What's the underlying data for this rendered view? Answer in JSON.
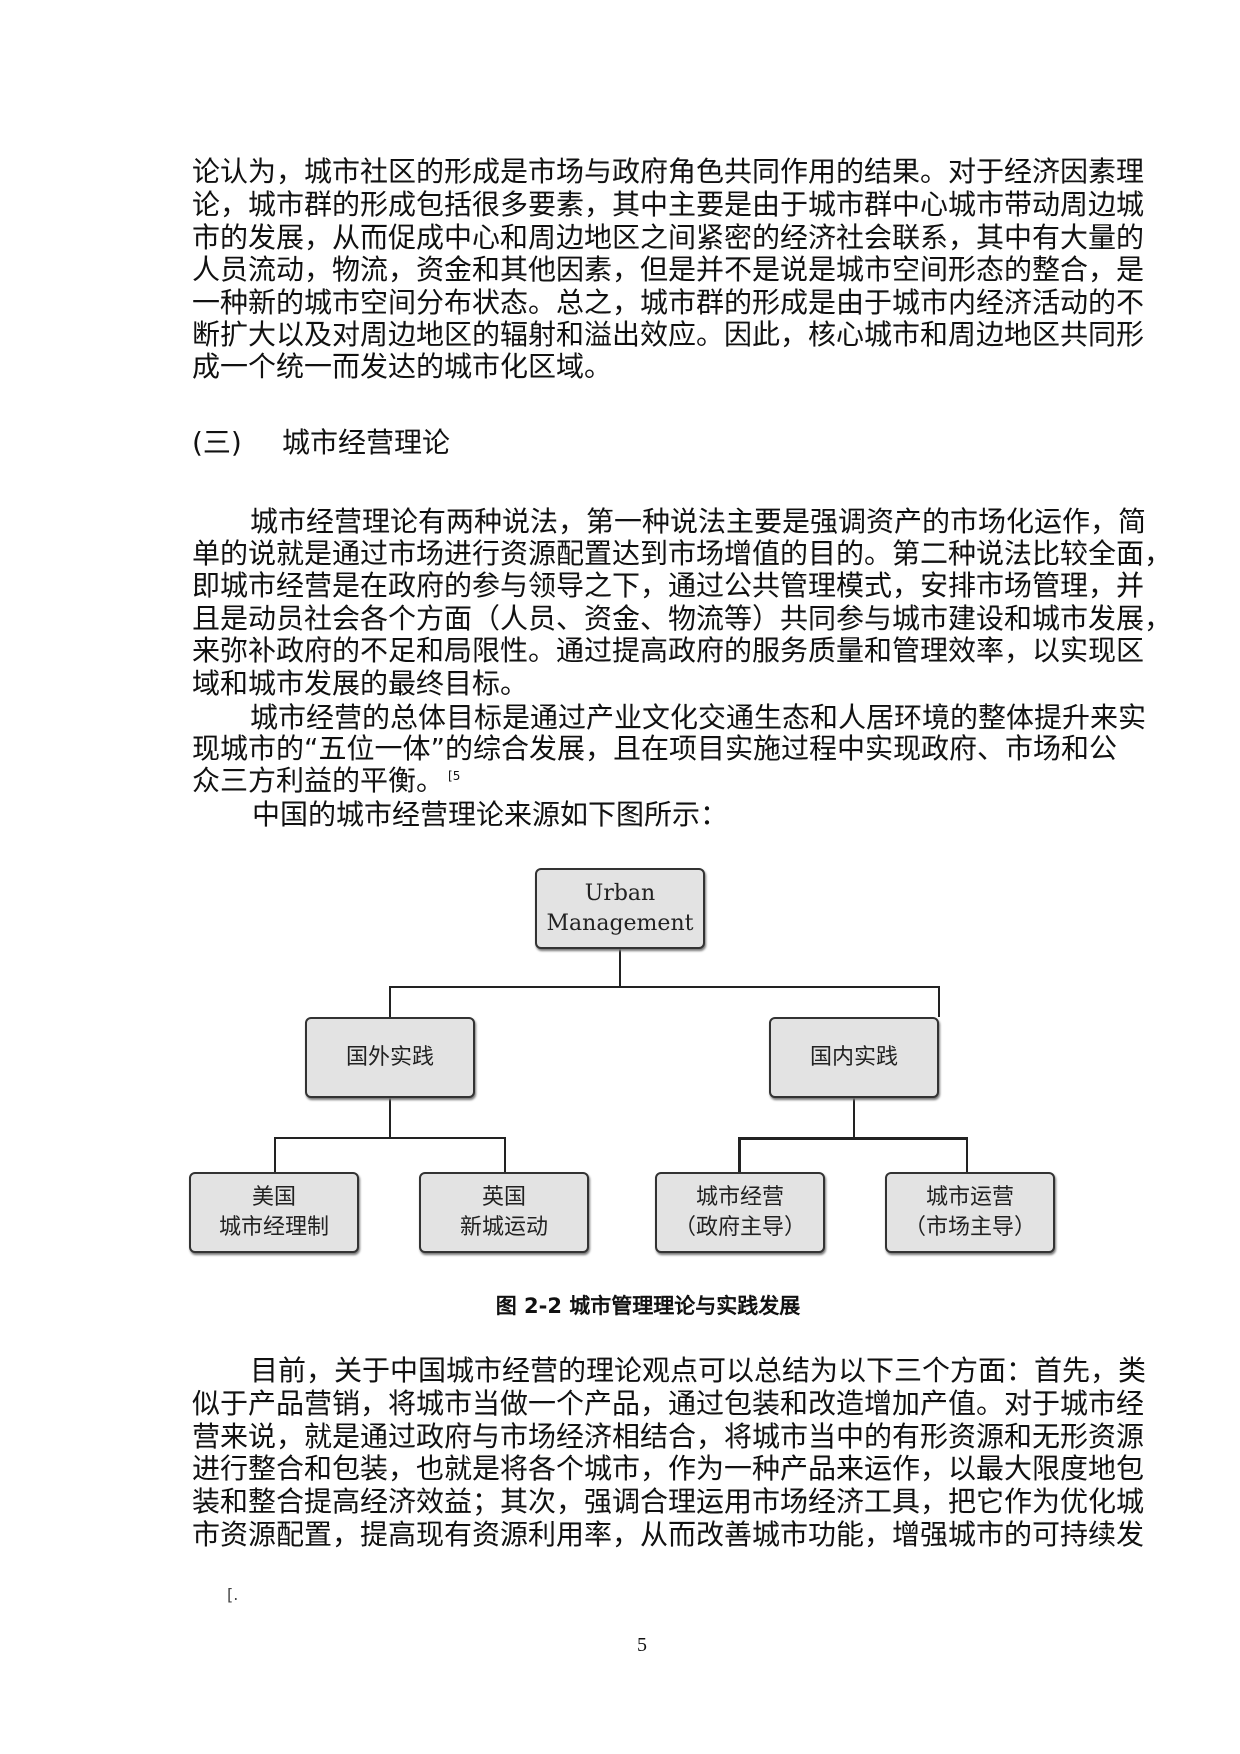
{
  "paragraph1": {
    "lines": [
      "论认为，城市社区的形成是市场与政府角色共同作用的结果。对于经济因素理",
      "论，城市群的形成包括很多要素，其中主要是由于城市群中心城市带动周边城",
      "市的发展，从而促成中心和周边地区之间紧密的经济社会联系，其中有大量的",
      "人员流动，物流，资金和其他因素，但是并不是说是城市空间形态的整合，是",
      "一种新的城市空间分布状态。总之，城市群的形成是由于城市内经济活动的不",
      "断扩大以及对周边地区的辐射和溢出效应。因此，核心城市和周边地区共同形",
      "成一个统一而发达的城市化区域。"
    ]
  },
  "section": {
    "number": "(三)",
    "title": "城市经营理论"
  },
  "paragraph2": {
    "lines": [
      "城市经营理论有两种说法，第一种说法主要是强调资产的市场化运作，简",
      "单的说就是通过市场进行资源配置达到市场增值的目的。第二种说法比较全面，",
      "即城市经营是在政府的参与领导之下，通过公共管理模式，安排市场管理，并",
      "且是动员社会各个方面（人员、资金、物流等）共同参与城市建设和城市发展，",
      "来弥补政府的不足和局限性。通过提高政府的服务质量和管理效率，以实现区",
      "域和城市发展的最终目标。"
    ]
  },
  "paragraph3": {
    "lines": [
      "城市经营的总体目标是通过产业文化交通生态和人居环境的整体提升来实",
      "现城市的“五位一体”的综合发展，且在项目实施过程中实现政府、市场和公",
      "众三方利益的平衡。"
    ],
    "citation": "[5"
  },
  "intro_line": "中国的城市经营理论来源如下图所示：",
  "diagram": {
    "root": [
      "Urban",
      "Management"
    ],
    "left": {
      "label": "国外实践",
      "children": [
        [
          "美国",
          "城市经理制"
        ],
        [
          "英国",
          "新城运动"
        ]
      ]
    },
    "right": {
      "label": "国内实践",
      "children": [
        [
          "城市经营",
          "（政府主导）"
        ],
        [
          "城市运营",
          "（市场主导）"
        ]
      ]
    },
    "caption": "图 2-2 城市管理理论与实践发展"
  },
  "paragraph4": {
    "lines": [
      "目前，关于中国城市经营的理论观点可以总结为以下三个方面：首先，类",
      "似于产品营销，将城市当做一个产品，通过包装和改造增加产值。对于城市经",
      "营来说，就是通过政府与市场经济相结合，将城市当中的有形资源和无形资源",
      "进行整合和包装，也就是将各个城市，作为一种产品来运作，以最大限度地包",
      "装和整合提高经济效益；其次，强调合理运用市场经济工具，把它作为优化城",
      "市资源配置，提高现有资源利用率，从而改善城市功能，增强城市的可持续发"
    ]
  },
  "footnote_mark": "[.",
  "page_number": "5"
}
